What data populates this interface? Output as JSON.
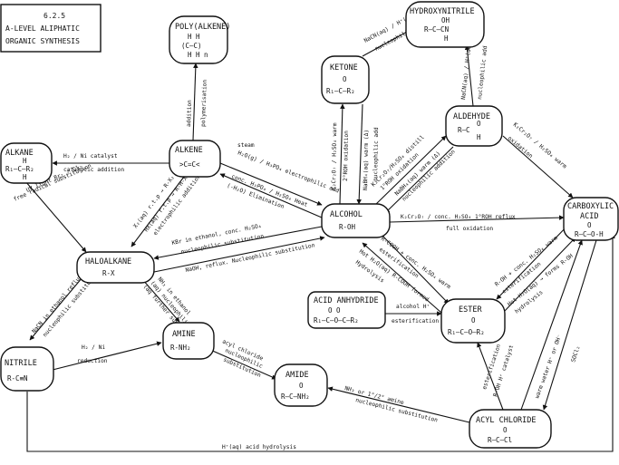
{
  "title": {
    "line1": "6.2.5",
    "line2": "A-LEVEL ALIPHATIC",
    "line3": "ORGANIC SYNTHESIS"
  },
  "nodes": {
    "poly": {
      "name": "POLY(ALKENE)",
      "formula": "H  H",
      "formula2": "(C—C)",
      "formula3": "H  H n"
    },
    "hydroxynitrile": {
      "name": "HYDROXYNITRILE",
      "formula": "OH",
      "formula2": "R—C—CN",
      "formula3": "H"
    },
    "ketone": {
      "name": "KETONE",
      "formula": "O",
      "formula2": "R₁—C—R₂"
    },
    "aldehyde": {
      "name": "ALDEHYDE",
      "formula": "R—C",
      "formula2": "O",
      "formula3": "H"
    },
    "alkane": {
      "name": "ALKANE",
      "formula": "H",
      "formula2": "R₁—C—R₂",
      "formula3": "H"
    },
    "alkene": {
      "name": "ALKENE",
      "formula": ">C=C<"
    },
    "alcohol": {
      "name": "ALCOHOL",
      "formula": "R-OH"
    },
    "carboxylic": {
      "name": "CARBOXYLIC",
      "name2": "ACID",
      "formula": "O",
      "formula2": "R—C—O-H"
    },
    "haloalkane": {
      "name": "HALOALKANE",
      "formula": "R-X"
    },
    "acid_anhydride": {
      "name": "ACID ANHYDRIDE",
      "formula": "O   O",
      "formula2": "R₁—C—O—C—R₂"
    },
    "ester": {
      "name": "ESTER",
      "formula": "O",
      "formula2": "R₁—C—O—R₂"
    },
    "amine": {
      "name": "AMINE",
      "formula": "R-NH₂"
    },
    "nitrile": {
      "name": "NITRILE",
      "formula": "R-C≡N"
    },
    "amide": {
      "name": "AMIDE",
      "formula": "O",
      "formula2": "R—C—NH₂"
    },
    "acyl_chloride": {
      "name": "ACYL CHLORIDE",
      "formula": "O",
      "formula2": "R—C—Cl"
    }
  },
  "edges": {
    "alkene_poly": [
      "addition",
      "polymerisation"
    ],
    "alkene_alkane": [
      "H₂ / Ni catalyst",
      "catalytic addition"
    ],
    "alkene_alcohol": [
      "steam",
      "H₂O(g) / H₃PO₄ electrophilic add",
      "conc. H₃PO₄ / H₂SO₄ Heat",
      "(-H₂O)    Elimination"
    ],
    "alkene_haloalkane": [
      "X₂(aq) r.t.p → R-X₂",
      "HX(aq) r.t.p → R-H-X",
      "electrophilic addition"
    ],
    "alkane_haloalkane": [
      "UV light  Br₂ / Cl₂",
      "free radical substitution"
    ],
    "haloalkane_alcohol": [
      "KBr in ethanol, conc. H₂SO₄",
      "nucleophilic substitution",
      "NaOH, reflux. Nucleophilic substitution"
    ],
    "haloalkane_nitrile": [
      "NaCN in ethanol reflux",
      "nucleophilic substitution"
    ],
    "haloalkane_amine": [
      "NH₃ in ethanol",
      "(aq) nucleophilic",
      "(aq further subst)"
    ],
    "nitrile_amine": [
      "H₂ / Ni",
      "reduction"
    ],
    "amine_amide": [
      "acyl chloride",
      "nucleophilic",
      "substitution"
    ],
    "acyl_amide": [
      "NH₃  or 1°/2° amine",
      "nucleophilic substitution"
    ],
    "nitrile_carboxylic": [
      "H⁺(aq)  acid hydrolysis"
    ],
    "alcohol_ketone": [
      "K₂Cr₂O₇ / H₂SO₄  warm",
      "2°ROH   oxidation",
      "NaBH₄(aq) warm (Δ)",
      "nucleophilic add"
    ],
    "alcohol_aldehyde": [
      "K₂Cr₂O₇/H₂SO₄ distill",
      "1°ROH  oxidation",
      "NaBH₄(aq) warm (Δ)",
      "nucleophilic addition"
    ],
    "ketone_hydroxynitrile": [
      "NaCN(aq) / H⁺(aq)",
      "nucleophilic add"
    ],
    "aldehyde_hydroxynitrile": [
      "NaCN(aq) / H⁺(aq)",
      "nucleophilic add"
    ],
    "aldehyde_carboxylic": [
      "K₂Cr₂O₇ / H₂SO₄  warm",
      "oxidation"
    ],
    "alcohol_carboxylic": [
      "K₂Cr₂O₇ / conc. H₂SO₄  1°ROH  reflux",
      "full oxidation"
    ],
    "alcohol_ester": [
      "R-COOH + conc. H₂SO₄ warm",
      "esterification",
      "Hot H₂O(aq)  R-COOH formed",
      "Hydrolysis"
    ],
    "carboxylic_ester": [
      "R-OH + conc. H₂SO₄  warm",
      "esterification",
      "Hot H₂O(aq) → forms R-OH",
      "hydrolysis"
    ],
    "anhydride_ester": [
      "alcohol  H⁺",
      "esterification"
    ],
    "acyl_ester": [
      "R-OH  H⁺ catalyst",
      "esterification"
    ],
    "acyl_carboxylic": [
      "warm water  H⁺ or OH⁻",
      "SOCl₂"
    ]
  }
}
